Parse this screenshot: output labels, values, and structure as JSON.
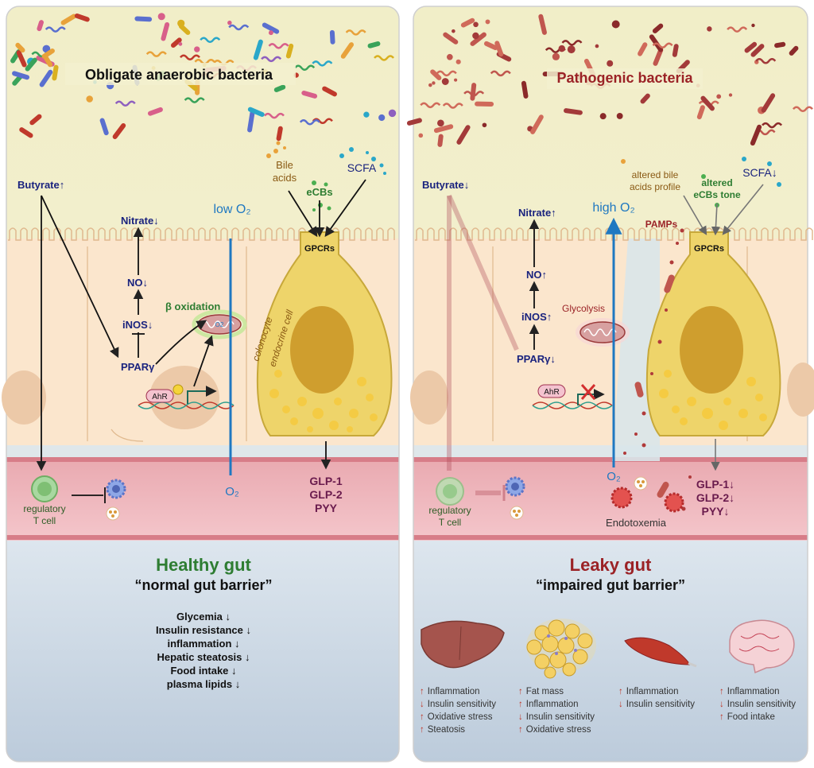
{
  "left": {
    "bacteria_label": "Obligate anaerobic bacteria",
    "butyrate": "Butyrate↑",
    "nitrate": "Nitrate↓",
    "no": "NO↓",
    "inos": "iNOS↓",
    "ppar": "PPARγ",
    "beta_oxidation": "β oxidation",
    "o2_small": "O2",
    "ahr": "AhR",
    "low_o2": "low O₂",
    "o2_bottom": "O₂",
    "bile_line1": "Bile",
    "bile_line2": "acids",
    "ecbs": "eCBs",
    "scfa": "SCFA",
    "gpcrs": "GPCRs",
    "colonocyte": "colonocyte",
    "endocrine_cell": "endocrine cell",
    "hormones": [
      "GLP-1",
      "GLP-2",
      "PYY"
    ],
    "treg_line1": "regulatory",
    "treg_line2": "T cell",
    "title": "Healthy gut",
    "subtitle": "“normal gut barrier”",
    "effects": [
      "Glycemia ↓",
      "Insulin resistance ↓",
      "inflammation ↓",
      "Hepatic steatosis ↓",
      "Food intake ↓",
      "plasma lipids ↓"
    ]
  },
  "right": {
    "bacteria_label": "Pathogenic bacteria",
    "butyrate": "Butyrate↓",
    "nitrate": "Nitrate↑",
    "no": "NO↑",
    "inos": "iNOS↑",
    "ppar": "PPARγ↓",
    "glycolysis": "Glycolysis",
    "ahr": "AhR",
    "high_o2": "high O₂",
    "o2_bottom": "O₂",
    "bile_line1": "altered bile",
    "bile_line2": "acids profile",
    "ecbs_line1": "altered",
    "ecbs_line2": "eCBs tone",
    "scfa": "SCFA↓",
    "pamps": "PAMPs",
    "gpcrs": "GPCRs",
    "hormones": [
      "GLP-1↓",
      "GLP-2↓",
      "PYY↓"
    ],
    "treg_line1": "regulatory",
    "treg_line2": "T cell",
    "endotoxemia": "Endotoxemia",
    "title": "Leaky gut",
    "subtitle": "“impaired gut barrier”",
    "organs": [
      {
        "name": "liver",
        "items": [
          {
            "arrow": "↑",
            "text": "Inflammation"
          },
          {
            "arrow": "↓",
            "text": "Insulin sensitivity"
          },
          {
            "arrow": "↑",
            "text": "Oxidative stress"
          },
          {
            "arrow": "↑",
            "text": "Steatosis"
          }
        ]
      },
      {
        "name": "adipose",
        "items": [
          {
            "arrow": "↑",
            "text": "Fat mass"
          },
          {
            "arrow": "↑",
            "text": "Inflammation"
          },
          {
            "arrow": "↓",
            "text": "Insulin sensitivity"
          },
          {
            "arrow": "↑",
            "text": "Oxidative stress"
          }
        ]
      },
      {
        "name": "muscle",
        "items": [
          {
            "arrow": "↑",
            "text": "Inflammation"
          },
          {
            "arrow": "↓",
            "text": "Insulin sensitivity"
          }
        ]
      },
      {
        "name": "brain",
        "items": [
          {
            "arrow": "↑",
            "text": "Inflammation"
          },
          {
            "arrow": "↓",
            "text": "Insulin sensitivity"
          },
          {
            "arrow": "↑",
            "text": "Food intake"
          }
        ]
      }
    ]
  },
  "colors": {
    "healthy_title": "#2e7d32",
    "leaky_title": "#9b2226",
    "oxygen": "#1f78c1",
    "hormone": "#6a1b4d",
    "navy": "#1a237e",
    "gut_lumen": "#f5f1d2",
    "epithelium": "#f9e2c6",
    "endocrine": "#efd86a",
    "lamina": "#e8a7ad",
    "lower": "#c9d6e3"
  }
}
